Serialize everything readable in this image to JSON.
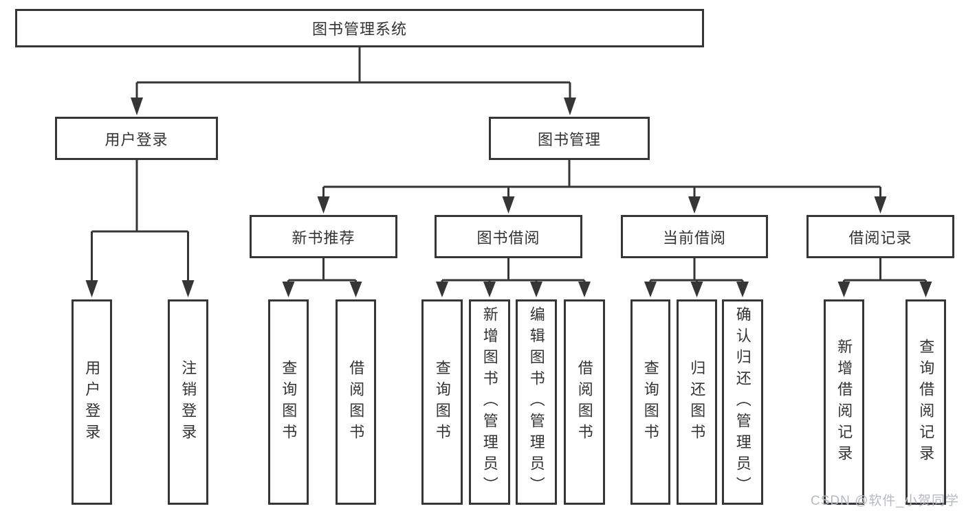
{
  "colors": {
    "background": "#ffffff",
    "line": "#363636",
    "box_border": "#363636",
    "text": "#333333",
    "watermark": "#b6bac0"
  },
  "watermark": {
    "text": "CSDN @软件_小贺同学"
  },
  "diagram": {
    "root": {
      "label": "图书管理系统"
    },
    "branches": [
      {
        "label": "用户登录",
        "leaves": [
          "用户登录",
          "注销登录"
        ]
      },
      {
        "label": "图书管理",
        "children": [
          {
            "label": "新书推荐",
            "leaves": [
              "查询图书",
              "借阅图书"
            ]
          },
          {
            "label": "图书借阅",
            "leaves": [
              "查询图书",
              "新增图书（管理员）",
              "编辑图书（管理员）",
              "借阅图书"
            ]
          },
          {
            "label": "当前借阅",
            "leaves": [
              "查询图书",
              "归还图书",
              "确认归还（管理员）"
            ]
          },
          {
            "label": "借阅记录",
            "leaves": [
              "新增借阅记录",
              "查询借阅记录"
            ]
          }
        ]
      }
    ]
  }
}
